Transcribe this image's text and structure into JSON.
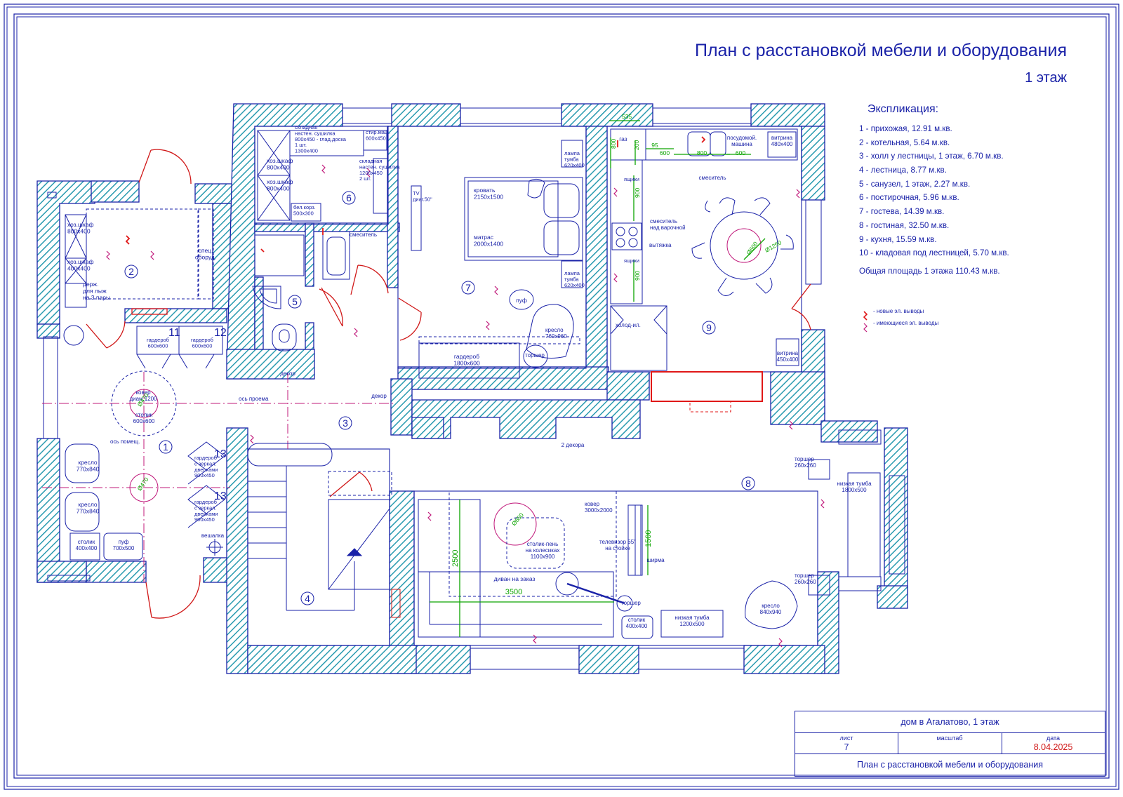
{
  "title": "План с расстановкой мебели и оборудования",
  "subtitle": "1 этаж",
  "explication": {
    "heading": "Экспликация:",
    "items": [
      "1 - прихожая, 12.91 м.кв.",
      "2 - котельная, 5.64 м.кв.",
      "3 - холл у лестницы, 1 этаж, 6.70 м.кв.",
      "4 - лестница, 8.77 м.кв.",
      "5 - санузел, 1 этаж, 2.27 м.кв.",
      "6 - постирочная, 5.96 м.кв.",
      "7 - гостева, 14.39 м.кв.",
      "8 - гостиная, 32.50 м.кв.",
      "9 - кухня, 15.59 м.кв.",
      "10 - кладовая под лестницей, 5.70 м.кв."
    ],
    "total": "Общая площадь 1 этажа 110.43 м.кв."
  },
  "legend": {
    "new_outlets": "- новые эл. выводы",
    "existing_outlets": "- имеющиеся эл. выводы"
  },
  "stamp": {
    "project": "дом в Агалатово, 1 этаж",
    "sheet_label": "лист",
    "sheet_value": "7",
    "scale_label": "масштаб",
    "scale_value": "",
    "date_label": "дата",
    "date_value": "8.04.2025",
    "sheet_title": "План с расстановкой мебели и оборудования"
  },
  "rooms": {
    "r1": "1",
    "r2": "2",
    "r3": "3",
    "r4": "4",
    "r5": "5",
    "r6": "6",
    "r7": "7",
    "r8": "8",
    "r9": "9"
  },
  "labels": {
    "hoz1": [
      "хоз.шкаф",
      "800х400"
    ],
    "hoz2": [
      "хоз.шкаф",
      "400х400"
    ],
    "ski": [
      "держ.",
      "для лыж",
      "на 3 пары"
    ],
    "spec": [
      "спец.",
      "оборуд."
    ],
    "hoz3": [
      "хоз.шкаф",
      "800х400"
    ],
    "hoz4": [
      "хоз.шкаф",
      "800х400"
    ],
    "dryer1": [
      "складная",
      "настен. сушилка",
      "800х450 - глад.доска",
      "1 шт.",
      "1300х400"
    ],
    "washer": [
      "стир.маш.",
      "600х450"
    ],
    "dryer2": [
      "складная",
      "настен. сушилка",
      "1200х450",
      "2 шт."
    ],
    "basket": [
      "бел.корз.",
      "500х300"
    ],
    "mixer1": "смеситель",
    "tv7": [
      "TV",
      "диаг.50\""
    ],
    "bed": [
      "кровать",
      "2150х1500"
    ],
    "mattress": [
      "матрас",
      "2000х1400"
    ],
    "lamp1": [
      "лампа",
      "тумба",
      "620х400"
    ],
    "lamp2": [
      "лампа",
      "тумба",
      "620х400"
    ],
    "pouf7": "пуф",
    "chair7": [
      "кресло",
      "760х960"
    ],
    "torch7": "торшер",
    "wardrobe7": [
      "гардероб",
      "1800х600"
    ],
    "w11": [
      "гардероб",
      "600х600"
    ],
    "w12": [
      "гардероб",
      "600х600"
    ],
    "n11": "11",
    "n12": "12",
    "carpet1": [
      "ковер",
      "диам.1200"
    ],
    "d470a": "Ø470",
    "table1": [
      "столик",
      "600х600"
    ],
    "axis_opening": "ось проема",
    "axis_room": "ось помещ.",
    "decor_a": "декор",
    "decor_b": "декор",
    "decor2": "2 декора",
    "armchair1a": [
      "кресло",
      "770х840"
    ],
    "armchair1b": [
      "кресло",
      "770х840"
    ],
    "d470b": "Ø470",
    "w13a": [
      "гардероб",
      "с зеркал.",
      "дверками",
      "900х450"
    ],
    "w13b": [
      "гардероб",
      "с зеркал.",
      "дверками",
      "900х450"
    ],
    "n13a": "13",
    "n13b": "13",
    "hanger": "вешалка",
    "table1b": [
      "столик",
      "400х400"
    ],
    "pouf1": [
      "пуф",
      "700х500"
    ],
    "gas": "газ",
    "dim535": "535",
    "dim800a": "800",
    "dim200": "200",
    "dim95": "95",
    "dim600a": "600",
    "dim800b": "800",
    "dim600b": "600",
    "dishwasher": [
      "посудомой.",
      "машина"
    ],
    "vitrina1": [
      "витрина",
      "480х400"
    ],
    "mixer2": "смеситель",
    "boxes1": "ящики",
    "boxes2": "ящики",
    "dim900a": "900",
    "dim900b": "900",
    "mixer3": [
      "смеситель",
      "над варочной"
    ],
    "hood": "вытяжка",
    "fridge": "холод-ил.",
    "d600": "Ø600",
    "d1250": "Ø1250",
    "vitrina2": [
      "витрина",
      "450х400"
    ],
    "torch8a": [
      "торшер",
      "260х260"
    ],
    "torch8b": [
      "торшер",
      "260х260"
    ],
    "lowcab8a": [
      "низкая тумба",
      "1800х500"
    ],
    "carpet8": [
      "ковер",
      "3000х2000"
    ],
    "d650": "Ø650",
    "stump": [
      "столик-пень",
      "на колесиках",
      "1100х900"
    ],
    "tv8": [
      "телевизор 65\"",
      "на стойке"
    ],
    "dim1500": "1500",
    "screen": "ширма",
    "dim2500": "2500",
    "sofa": "диван на заказ",
    "dim3500": "3500",
    "torch8c": "торшер",
    "table8": [
      "столик",
      "400х400"
    ],
    "lowcab8b": [
      "низкая тумба",
      "1200х500"
    ],
    "chair8": [
      "кресло",
      "840х940"
    ]
  }
}
